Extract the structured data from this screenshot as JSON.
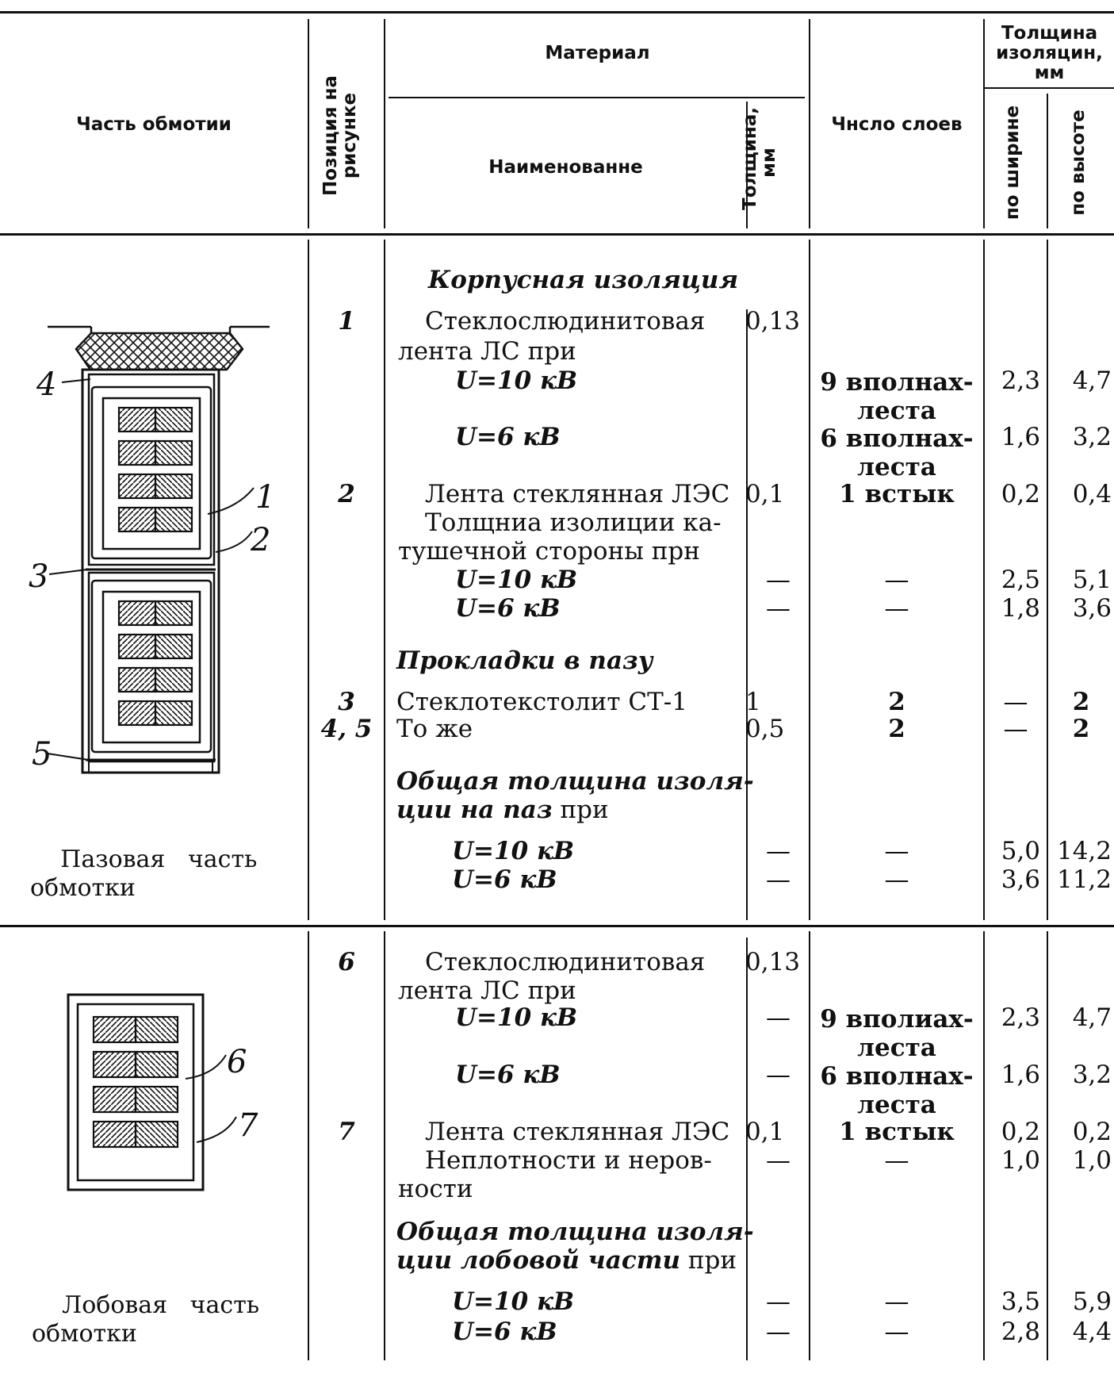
{
  "header": {
    "col_part": "Часть обмотии",
    "col_position": [
      "Позиция на",
      "рисунке"
    ],
    "col_material": "Материал",
    "col_name": "Наименованне",
    "col_thickness": [
      "Толщина,",
      "мм"
    ],
    "col_layers": "Чнсло слоев",
    "col_insulation": [
      "Толщина",
      "изоляцин,",
      "мм"
    ],
    "col_width": "по ширине",
    "col_height": "по высоте"
  },
  "slot": {
    "part_label": [
      "Пазовая   часть",
      "обмотки"
    ],
    "figure_labels": [
      "4",
      "1",
      "2",
      "3",
      "5"
    ],
    "section_body": "Корпусная изоляция",
    "pos1": "1",
    "mat1_line1": "Стеклослюдинитовая",
    "mat1_line2": "лента ЛС при",
    "thick1": "0,13",
    "u10": "U=10 кВ",
    "u6": "U=6 кВ",
    "layers1_10": [
      "9 вполнах-",
      "леста"
    ],
    "layers1_6": [
      "6 вполнах-",
      "леста"
    ],
    "w1_10": "2,3",
    "h1_10": "4,7",
    "w1_6": "1,6",
    "h1_6": "3,2",
    "pos2": "2",
    "mat2": "Лента стеклянная ЛЭС",
    "thick2": "0,1",
    "layers2": "1 встык",
    "w2": "0,2",
    "h2": "0,4",
    "coil_side": [
      "Толщниа изолиции ка-",
      "тушечной стороны прн"
    ],
    "coil_u10": "U=10 кВ",
    "coil_u6": "U=6 кВ",
    "dash": "—",
    "w_coil_10": "2,5",
    "h_coil_10": "5,1",
    "w_coil_6": "1,8",
    "h_coil_6": "3,6",
    "section_spacers": "Прокладки в пазу",
    "pos3": "3",
    "mat3": "Стеклотекстолит СТ-1",
    "thick3": "1",
    "layers3": "2",
    "h3": "2",
    "pos45": "4, 5",
    "mat45": "То же",
    "thick45": "0,5",
    "layers45": "2",
    "h45": "2",
    "total": [
      "Общая толщина изоля-",
      "ции на паз"
    ],
    "total_suffix": "при",
    "total_u10": "U=10 кВ",
    "total_u6": "U=6 кВ",
    "w_total_10": "5,0",
    "h_total_10": "14,2",
    "w_total_6": "3,6",
    "h_total_6": "11,2"
  },
  "end": {
    "part_label": [
      "Лобовая   часть",
      "обмотки"
    ],
    "figure_labels": [
      "6",
      "7"
    ],
    "pos6": "6",
    "mat6_line1": "Стеклослюдинитовая",
    "mat6_line2": "лента ЛС при",
    "thick6": "0,13",
    "u10": "U=10 кВ",
    "u6": "U=6 кВ",
    "layers6_10": [
      "9 вполиах-",
      "леста"
    ],
    "layers6_6": [
      "6 вполнах-",
      "леста"
    ],
    "w6_10": "2,3",
    "h6_10": "4,7",
    "w6_6": "1,6",
    "h6_6": "3,2",
    "pos7": "7",
    "mat7": "Лента стеклянная ЛЭС",
    "thick7": "0,1",
    "layers7": "1 встык",
    "w7": "0,2",
    "h7": "0,2",
    "gaps": [
      "Неплотности и неров-",
      "ности"
    ],
    "w_gaps": "1,0",
    "h_gaps": "1,0",
    "total": [
      "Общая толщина изоля-",
      "ции лобовой части"
    ],
    "total_suffix": "при",
    "total_u10": "U=10 кВ",
    "total_u6": "U=6 кВ",
    "w_total_10": "3,5",
    "h_total_10": "5,9",
    "w_total_6": "2,8",
    "h_total_6": "4,4"
  }
}
